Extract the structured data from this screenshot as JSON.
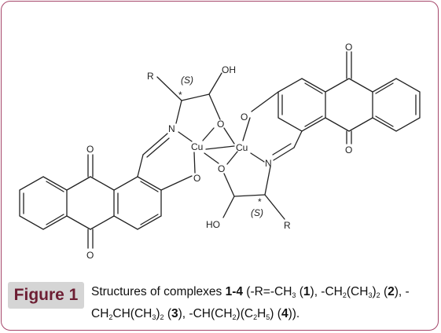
{
  "figure": {
    "label": "Figure 1",
    "caption_html": "Structures of complexes <b>1-4</b> (-R=-CH<sub>3</sub> (<b>1</b>), -CH<sub>2</sub>(CH<sub>3</sub>)<sub>2</sub> (<b>2</b>), -CH<sub>2</sub>CH(CH<sub>3</sub>)<sub>2</sub> (<b>3</b>), -CH(CH<sub>2</sub>)(C<sub>2</sub>H<sub>5</sub>) (<b>4</b>))."
  },
  "structure": {
    "atoms": {
      "R_top": "R",
      "S_top": "(S)",
      "star_top": "*",
      "OH_top": "OH",
      "N_top": "N",
      "O_top": "O",
      "Cu_left": "Cu",
      "Cu_right": "Cu",
      "O_bottom": "O",
      "N_bottom": "N",
      "O_phenoxy_left": "O",
      "O_phenoxy_right": "O",
      "HO_bottom": "HO",
      "S_bottom": "(S)",
      "star_bottom": "*",
      "R_bottom": "R",
      "O_q1": "O",
      "O_q2": "O",
      "O_q3": "O",
      "O_q4": "O"
    }
  },
  "colors": {
    "frame_border": "#a5466a",
    "label_bg": "#d5d5d5",
    "label_text": "#6d1e33"
  }
}
